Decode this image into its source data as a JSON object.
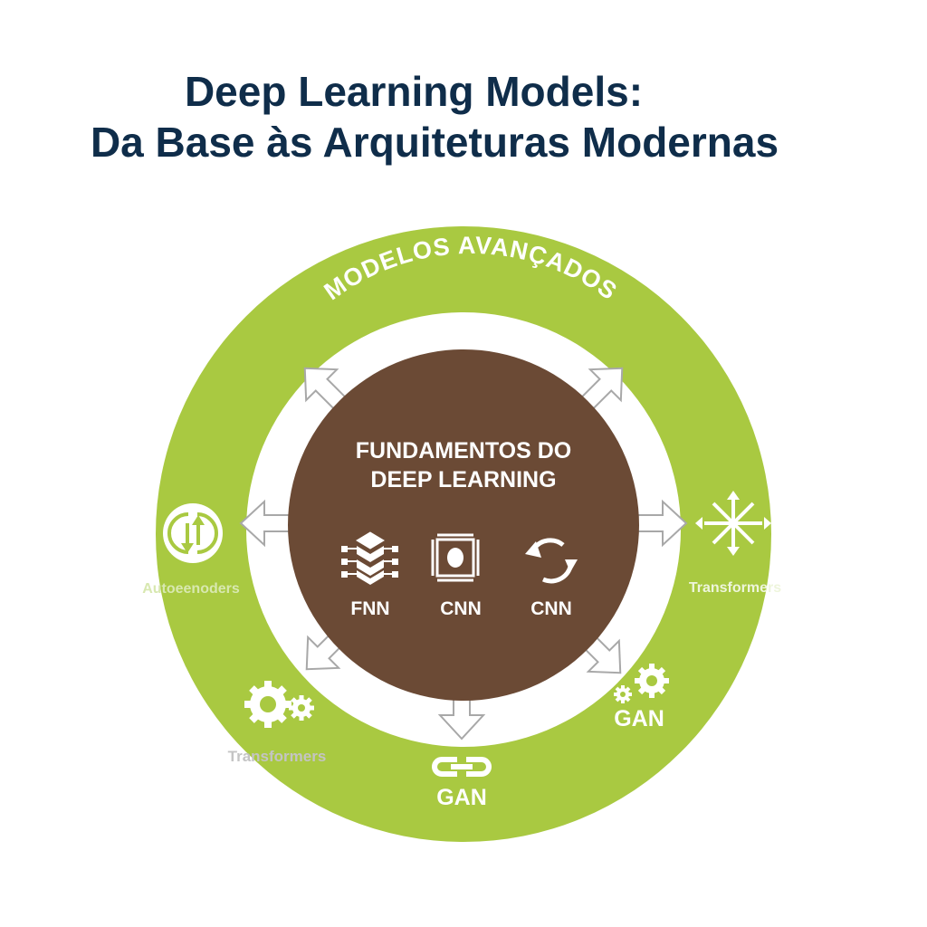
{
  "title": {
    "line1": "Deep Learning Models:",
    "line2": "Da Base às Arquiteturas Modernas"
  },
  "outer_ring": {
    "label": "MODELOS AVANÇADOS",
    "color": "#a9c941"
  },
  "core": {
    "line1": "FUNDAMENTOS DO",
    "line2": "DEEP LEARNING",
    "color": "#6b4a35",
    "models": [
      {
        "label": "FNN",
        "icon": "layered-network-icon"
      },
      {
        "label": "CNN",
        "icon": "convolution-filter-icon"
      },
      {
        "label": "CNN",
        "icon": "recurrent-cycle-icon"
      }
    ]
  },
  "advanced": {
    "autoencoders": {
      "label": "Autoeenoders",
      "icon": "sync-arrows-icon"
    },
    "transformers_right": {
      "label": "Transformers",
      "icon": "multi-direction-arrows-icon"
    },
    "transformers_left": {
      "label": "Transformers",
      "icon": "gears-icon"
    },
    "gan_bottom": {
      "label": "GAN",
      "icon": "link-icon"
    },
    "gan_right": {
      "label": "GAN",
      "icon": "gears-icon"
    }
  },
  "title_color": "#0f2d4a"
}
